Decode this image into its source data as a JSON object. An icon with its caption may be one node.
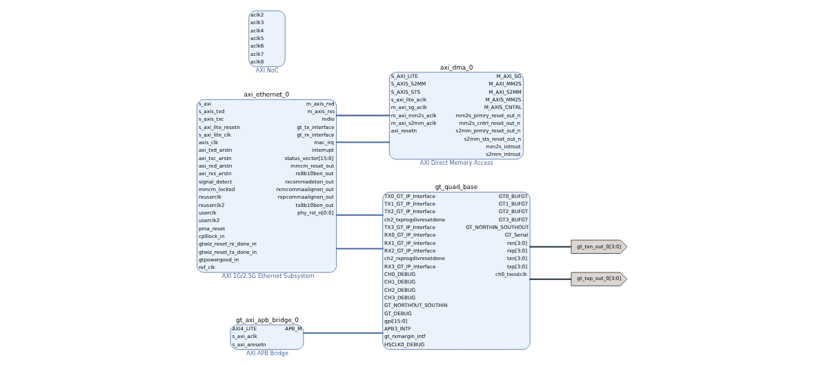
{
  "diagram": {
    "nodes": [
      {
        "text": [
          "axi_ethernet_0",
          "s_axi",
          "s_axis_txd",
          "s_axis_txc",
          "s_axi_lite_resetn",
          "s_axi_lite_clk",
          "axis_clk",
          "axi_txd_arstn",
          "axi_txc_arstn",
          "axi_rxd_arstn",
          "axi_rxs_arstn",
          "signal_detect",
          "mmcm_locked",
          "rxuserclk",
          "rxuserclk2",
          "userclk",
          "userclk2",
          "pma_reset",
          "cplllock_in",
          "gtwiz_reset_rx_done_in",
          "gtwiz_reset_tx_done_in",
          "gtpowergood_in",
          "ref_clk",
          "m_axis_rxd",
          "m_axis_rxs",
          "mdio",
          "gt_tx_interface",
          "gt_rx_interface",
          "mac_irq",
          "interrupt",
          "status_vector[15:0]",
          "mmcm_reset_out",
          "rx8b10ben_out",
          "rxcommadeten_out",
          "rxmcommaalignen_out",
          "rxpcommaalignen_out",
          "tx8b10ben_out",
          "phy_rst_n[0:0]",
          "AXI 1G/2.5G Ethernet Subsystem"
        ]
      },
      {
        "text": [
          "axi_dma_0",
          "S_AXI_LITE",
          "S_AXIS_S2MM",
          "S_AXIS_STS",
          "s_axi_lite_aclk",
          "m_axi_sg_aclk",
          "m_axi_mm2s_aclk",
          "m_axi_s2mm_aclk",
          "axi_resetn",
          "M_AXI_SG",
          "M_AXI_MM2S",
          "M_AXI_S2MM",
          "M_AXIS_MM2S",
          "M_AXIS_CNTRL",
          "mm2s_prmry_reset_out_n",
          "mm2s_cntrl_reset_out_n",
          "s2mm_prmry_reset_out_n",
          "s2mm_sts_reset_out_n",
          "mm2s_introut",
          "s2mm_introut",
          "AXI Direct Memory Access"
        ]
      },
      {
        "text": [
          "aclk2",
          "aclk3",
          "aclk4",
          "aclk5",
          "aclk6",
          "aclk7",
          "aclk8",
          "AXI NoC"
        ]
      },
      {
        "text": [
          "gt_quad_base",
          "TX0_GT_IP_Interface",
          "TX1_GT_IP_Interface",
          "TX2_GT_IP_Interface",
          "ch2_txprogdivresetdone",
          "TX3_GT_IP_Interface",
          "RX0_GT_IP_Interface",
          "RX1_GT_IP_Interface",
          "RX2_GT_IP_Interface",
          "ch2_rxprogdivresetdone",
          "RX3_GT_IP_Interface",
          "CH0_DEBUG",
          "CH1_DEBUG",
          "CH2_DEBUG",
          "CH3_DEBUG",
          "GT_NORTHOUT_SOUTHIN",
          "GT_DEBUG",
          "gpi[15:0]",
          "APB3_INTF",
          "gt_rxmargin_intf",
          "HSCLK0_DEBUG",
          "GT0_BUFGT",
          "GT1_BUFGT",
          "GT2_BUFGT",
          "GT3_BUFGT",
          "GT_NORTHIN_SOUTHOUT",
          "GT_Serial",
          "rxn[3:0]",
          "rxp[3:0]",
          "txn[3:0]",
          "txp[3:0]",
          "ch0_txoutclk"
        ]
      },
      {
        "text": [
          "gt_axi_apb_bridge_0",
          "AXI4_LITE",
          "s_axi_aclk",
          "s_axi_aresetn",
          "APB_M",
          "AXI APB Bridge"
        ]
      },
      {
        "text": [
          "gt_txn_out_0[3:0]"
        ]
      },
      {
        "text": [
          "gt_txp_out_0[3:0]"
        ]
      }
    ],
    "edges": [
      {
        "from": 0,
        "to": 1,
        "arrow": "none"
      },
      {
        "from": 0,
        "to": 1,
        "arrow": "none"
      },
      {
        "from": 0,
        "to": 3,
        "arrow": "none"
      },
      {
        "from": 0,
        "to": 3,
        "arrow": "none"
      },
      {
        "from": 4,
        "to": 3,
        "arrow": "none"
      },
      {
        "from": 3,
        "to": 5,
        "arrow": "none",
        "color": "#1f2d3d"
      },
      {
        "from": 3,
        "to": 6,
        "arrow": "none",
        "color": "#1f2d3d"
      }
    ]
  }
}
